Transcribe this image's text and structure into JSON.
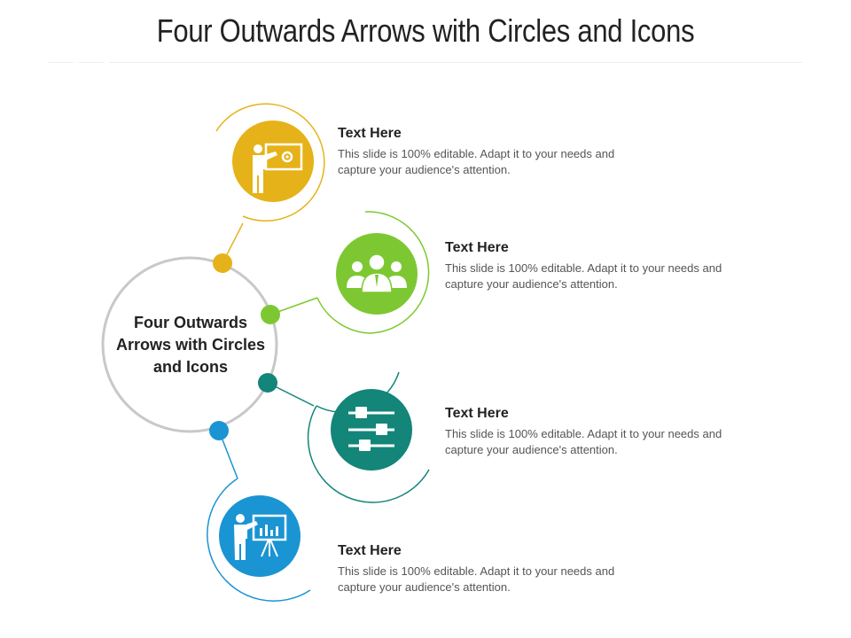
{
  "title": "Four Outwards Arrows with Circles and Icons",
  "center_label": "Four Outwards Arrows with Circles and Icons",
  "colors": {
    "yellow": "#E6B219",
    "green": "#7DC832",
    "teal": "#138579",
    "blue": "#1A94D2",
    "ring": "#C8C8C8"
  },
  "items": [
    {
      "heading": "Text Here",
      "body": "This slide is 100% editable. Adapt it to your needs and capture your audience's attention.",
      "icon": "presenter-gear-board-icon",
      "color": "#E6B219"
    },
    {
      "heading": "Text Here",
      "body": "This slide is 100% editable. Adapt it to your needs and capture your audience's attention.",
      "icon": "business-team-icon",
      "color": "#7DC832"
    },
    {
      "heading": "Text Here",
      "body": "This slide is 100% editable. Adapt it to your needs and capture your audience's attention.",
      "icon": "sliders-settings-icon",
      "color": "#138579"
    },
    {
      "heading": "Text Here",
      "body": "This slide is 100% editable. Adapt it to your needs and capture your audience's attention.",
      "icon": "presenter-chart-board-icon",
      "color": "#1A94D2"
    }
  ]
}
